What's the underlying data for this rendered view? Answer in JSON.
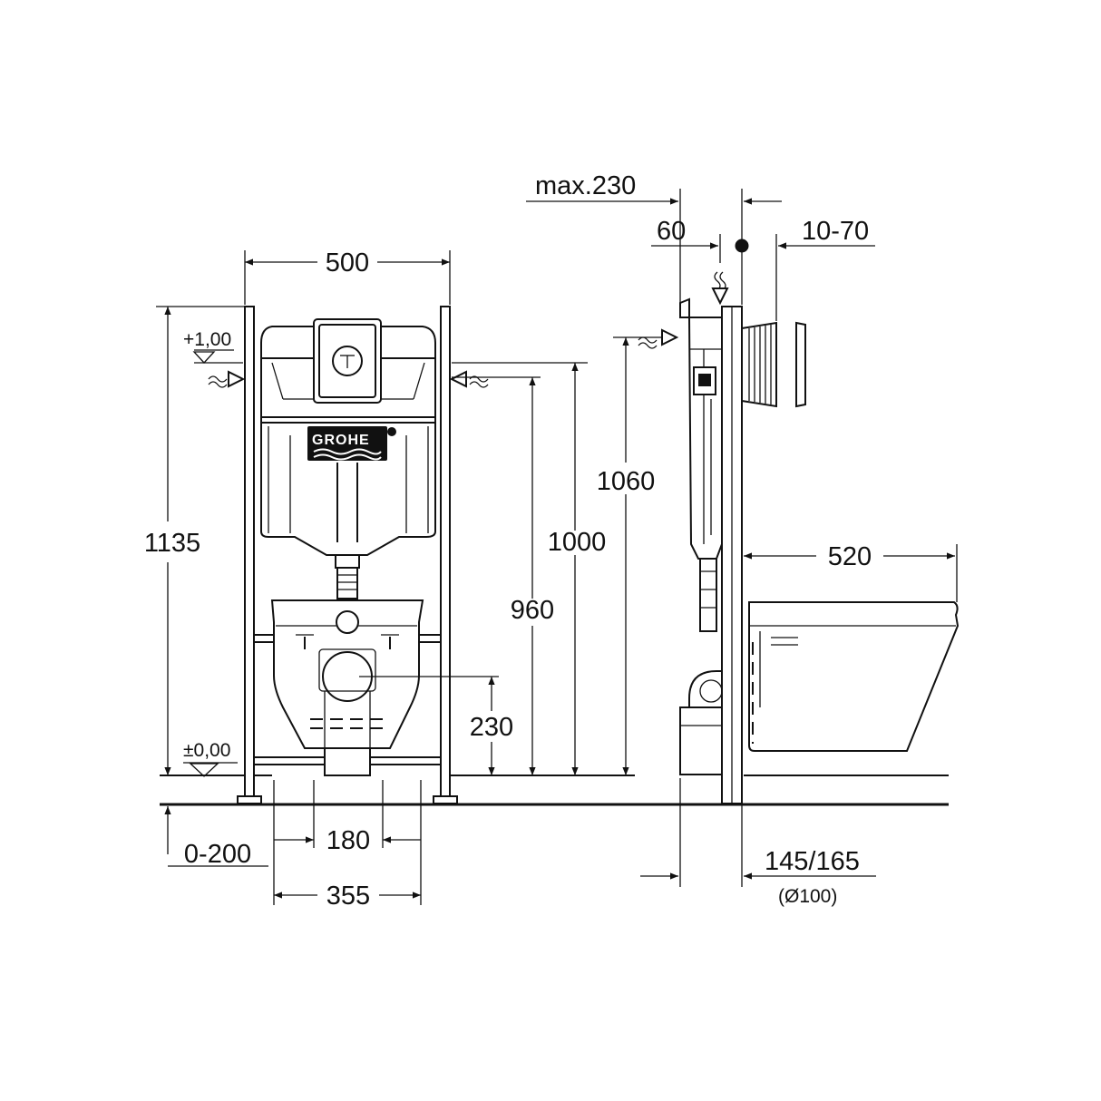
{
  "brand": "GROHE",
  "dimensions": {
    "width_frame": "500",
    "height_frame": "1135",
    "level_plus": "+1,00",
    "level_zero": "±0,00",
    "height_1060": "1060",
    "height_1000": "1000",
    "height_960": "960",
    "height_230": "230",
    "width_180": "180",
    "width_355": "355",
    "floor_0_200": "0-200",
    "max_230": "max.230",
    "depth_60": "60",
    "wall_10_70": "10-70",
    "projection_520": "520",
    "drain_145_165": "145/165",
    "drain_diameter": "(Ø100)"
  },
  "colors": {
    "line": "#111111",
    "background": "#ffffff"
  }
}
